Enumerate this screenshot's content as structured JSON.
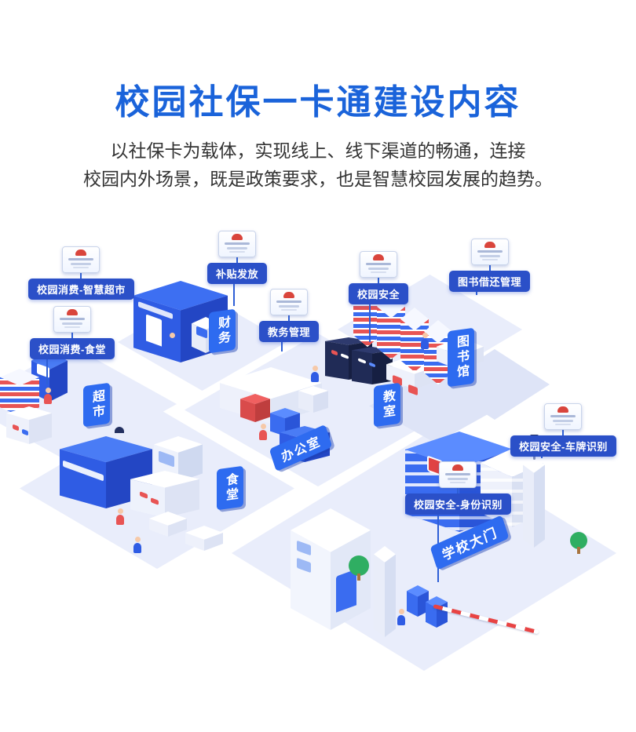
{
  "page": {
    "title": "校园社保一卡通建设内容",
    "intro_line1": "以社保卡为载体，实现线上、线下渠道的畅通，连接",
    "intro_line2": "校园内外场景，既是政策要求，也是智慧校园发展的趋势。"
  },
  "callouts": [
    {
      "id": "smart-supermarket",
      "label": "校园消费-智慧超市",
      "icon": "social-security-card"
    },
    {
      "id": "canteen-consume",
      "label": "校园消费-食堂",
      "icon": "social-security-card"
    },
    {
      "id": "subsidy",
      "label": "补贴发放",
      "icon": "social-security-card"
    },
    {
      "id": "academic",
      "label": "教务管理",
      "icon": "social-security-card"
    },
    {
      "id": "campus-security",
      "label": "校园安全",
      "icon": "social-security-card"
    },
    {
      "id": "book-management",
      "label": "图书借还管理",
      "icon": "social-security-card"
    },
    {
      "id": "plate-recognition",
      "label": "校园安全-车牌识别",
      "icon": "social-security-card"
    },
    {
      "id": "identity",
      "label": "校园安全-身份识别",
      "icon": "social-security-card"
    }
  ],
  "areas": [
    {
      "id": "finance",
      "label": "财务"
    },
    {
      "id": "supermarket",
      "label": "超市"
    },
    {
      "id": "office",
      "label": "办公室"
    },
    {
      "id": "classroom",
      "label": "教室"
    },
    {
      "id": "library",
      "label": "图书馆"
    },
    {
      "id": "canteen",
      "label": "食堂"
    },
    {
      "id": "school-gate",
      "label": "学校大门"
    }
  ],
  "colors": {
    "title_blue": "#1a63da",
    "body_text": "#333333",
    "callout_label_bg": "#2b50c8",
    "area_tag_bg": "#2e6bf0",
    "platform": "#e9edfb",
    "building_blue": "#3a6cf0",
    "accent_red": "#e85454",
    "card_emblem_red": "#d9453c"
  }
}
